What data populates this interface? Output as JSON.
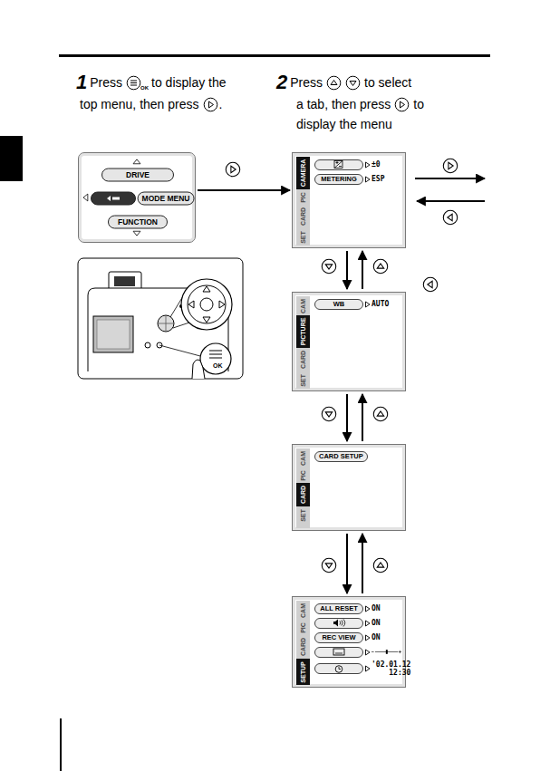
{
  "diagram": {
    "nodes": [
      {
        "text": [
          "DRIVE",
          "MODE MENU",
          "FUNCTION"
        ]
      },
      {
        "text": [
          "CAMERA",
          "PIC",
          "CARD",
          "SET",
          "±0",
          "METERING",
          "ESP"
        ]
      },
      {
        "text": [
          "CAM",
          "PICTURE",
          "CARD",
          "SET",
          "WB",
          "AUTO"
        ]
      },
      {
        "text": [
          "CAM",
          "PIC",
          "CARD",
          "SET",
          "CARD SETUP"
        ]
      },
      {
        "text": [
          "CAM",
          "PIC",
          "CARD",
          "SETUP",
          "ALL RESET",
          "ON",
          "ON",
          "REC VIEW",
          "ON",
          "'02.01.12",
          "12:30"
        ]
      }
    ],
    "edges": [
      {
        "from": 0,
        "to": 1,
        "arrow": "to"
      },
      {
        "from": 1,
        "to": 2,
        "arrow": "to"
      },
      {
        "from": 2,
        "to": 1,
        "arrow": "to"
      },
      {
        "from": 2,
        "to": 3,
        "arrow": "to"
      },
      {
        "from": 3,
        "to": 2,
        "arrow": "to"
      },
      {
        "from": 3,
        "to": 4,
        "arrow": "to"
      },
      {
        "from": 4,
        "to": 3,
        "arrow": "to"
      }
    ],
    "labels": [
      "1",
      "Press",
      "to display the",
      "top menu, then press",
      ".",
      "2",
      "Press",
      "to select",
      "a tab, then press",
      "to",
      "display the menu",
      "OK",
      "OK"
    ]
  }
}
